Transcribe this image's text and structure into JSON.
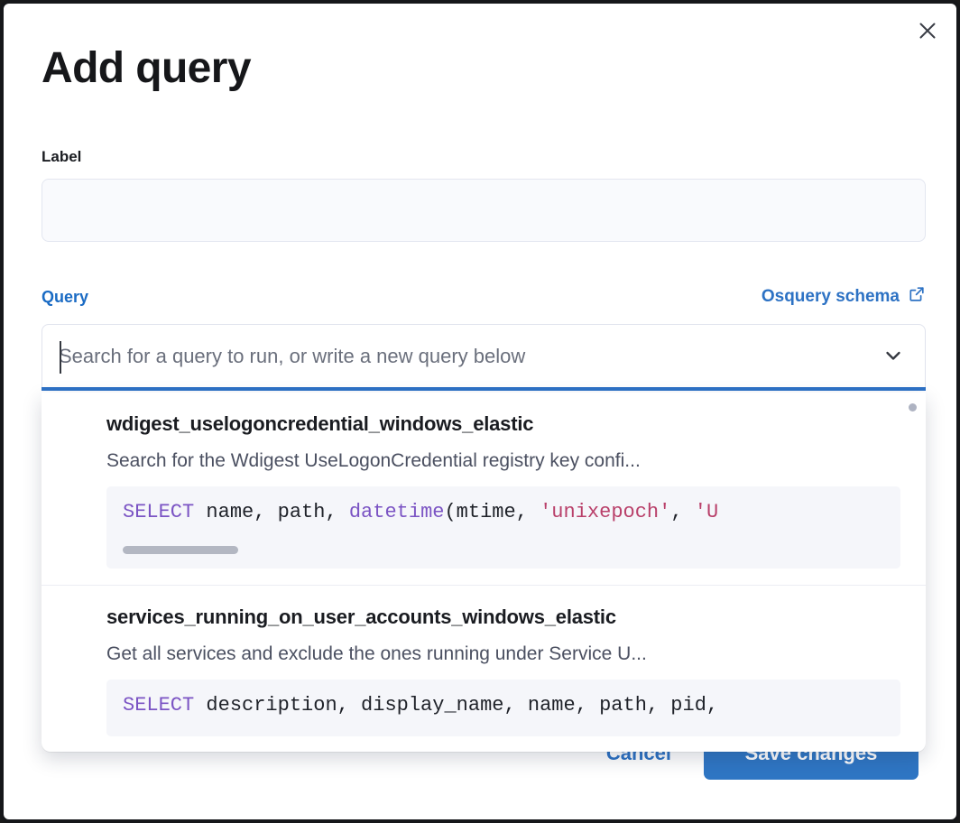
{
  "modal": {
    "title": "Add query",
    "close_icon": "close-icon"
  },
  "label_field": {
    "label": "Label",
    "value": "",
    "placeholder": ""
  },
  "query_section": {
    "label": "Query",
    "schema_link": "Osquery schema",
    "external_link_icon": "external-link-icon"
  },
  "search": {
    "value": "",
    "placeholder": "Search for a query to run, or write a new query below",
    "chevron_icon": "chevron-down-icon",
    "focused": true
  },
  "dropdown": {
    "visible": true,
    "items": [
      {
        "name": "wdigest_uselogoncredential_windows_elastic",
        "description": "Search for the Wdigest UseLogonCredential registry key confi...",
        "code_prefix": "SELECT",
        "code": " name, path, datetime(mtime, 'unixepoch', 'U",
        "code_tokens": [
          {
            "t": "SELECT",
            "c": "keyword"
          },
          {
            "t": " name, path, ",
            "c": "plain"
          },
          {
            "t": "datetime",
            "c": "function"
          },
          {
            "t": "(mtime, ",
            "c": "plain"
          },
          {
            "t": "'unixepoch'",
            "c": "string"
          },
          {
            "t": ", ",
            "c": "plain"
          },
          {
            "t": "'U",
            "c": "string"
          }
        ],
        "has_scrollbar": true
      },
      {
        "name": "services_running_on_user_accounts_windows_elastic",
        "description": "Get all services and exclude the ones running under Service U...",
        "code_prefix": "SELECT",
        "code": " description, display_name, name, path, pid,",
        "code_tokens": [
          {
            "t": "SELECT",
            "c": "keyword"
          },
          {
            "t": " description, display_name, name, path, pid,",
            "c": "plain"
          }
        ],
        "has_scrollbar": false
      }
    ]
  },
  "footer": {
    "cancel_label": "Cancel",
    "save_label": "Save changes"
  },
  "colors": {
    "accent_blue": "#2f76c4",
    "link_blue": "#2d72c4",
    "focus_blue": "#2e72c6",
    "keyword_purple": "#7b54c4",
    "string_crimson": "#b9406a",
    "text_dark": "#1a1c21",
    "text_muted": "#4b5061",
    "code_bg": "#f5f6fa",
    "input_bg": "#f9fafd"
  }
}
